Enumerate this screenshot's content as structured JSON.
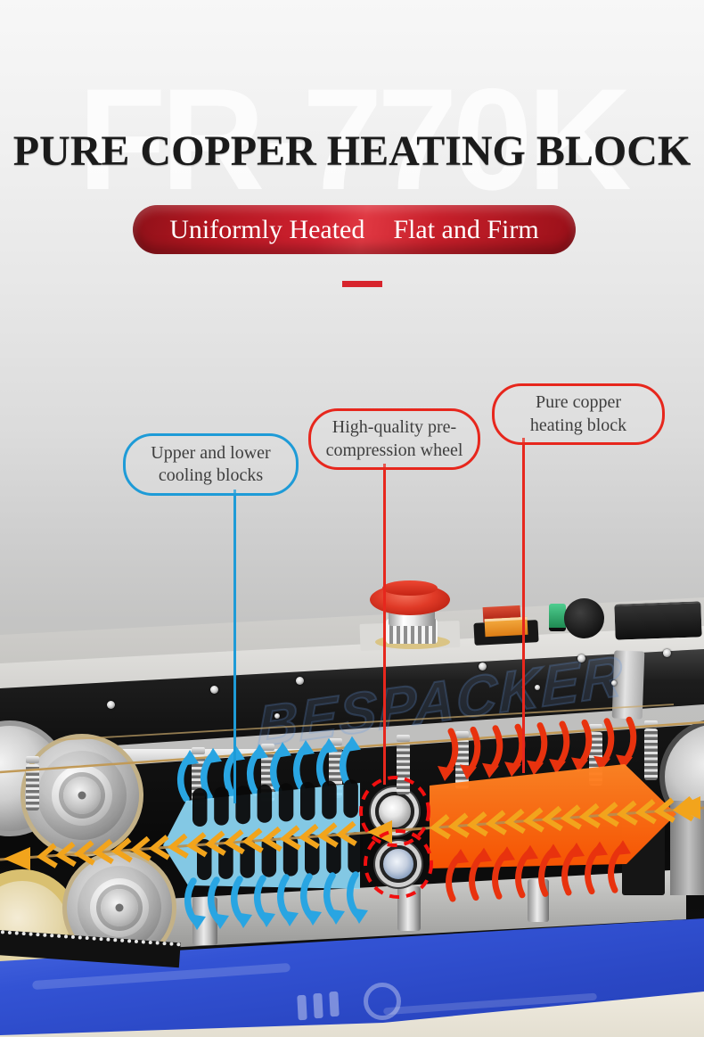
{
  "header": {
    "model_watermark": "FR-770K",
    "title": "PURE COPPER HEATING BLOCK",
    "banner_left": "Uniformly Heated",
    "banner_right": "Flat and Firm"
  },
  "machine_watermark": "BESPACKER",
  "callouts": [
    {
      "target": "cooling-blocks",
      "lines": [
        "Upper and lower",
        "cooling blocks"
      ],
      "color": "#1e9bd7"
    },
    {
      "target": "pre-compression-wheel",
      "lines": [
        "High-quality pre-",
        "compression wheel"
      ],
      "color": "#e7271d"
    },
    {
      "target": "heating-block",
      "lines": [
        "Pure copper",
        "heating block"
      ],
      "color": "#e7271d"
    }
  ],
  "colors": {
    "callout_blue": "#1e9bd7",
    "callout_red": "#e7271d",
    "banner_red": "#cf2130",
    "divider_red": "#d7242c",
    "cooling_overlay_blue": "#8ed9f7",
    "cooling_arrow_blue": "#29a5e2",
    "heating_overlay_orange": "#ff5f04",
    "heating_arrow_red": "#e8320e",
    "flow_arrow_yellow": "#f2a41c",
    "machine_body_blue": "#2b49c7",
    "estop_red": "#d63222"
  }
}
